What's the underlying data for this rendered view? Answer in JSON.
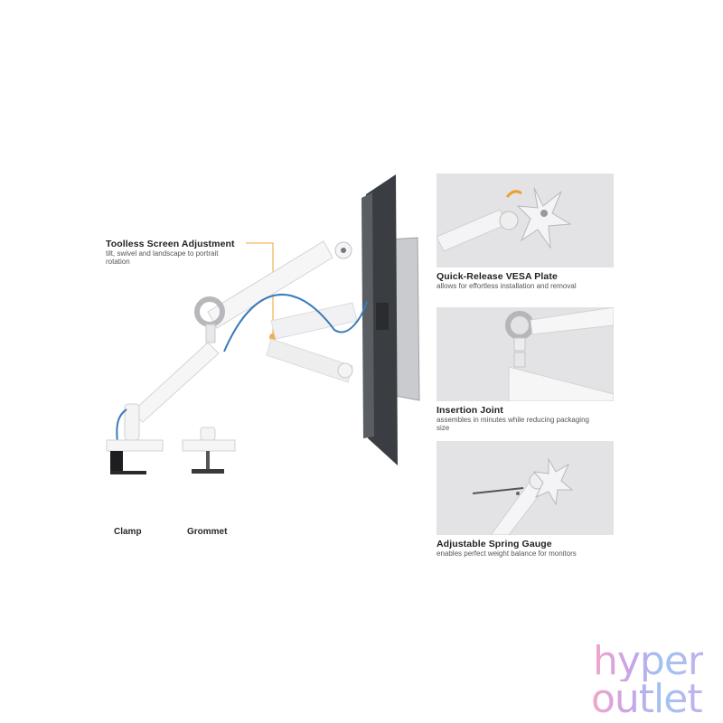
{
  "callout": {
    "title": "Toolless Screen Adjustment",
    "desc": "tilt, swivel and landscape to portrait rotation"
  },
  "mounts": {
    "clamp": "Clamp",
    "grommet": "Grommet"
  },
  "features": [
    {
      "title": "Quick-Release VESA Plate",
      "desc": "allows for effortless installation and removal"
    },
    {
      "title": "Insertion Joint",
      "desc": "assembles in minutes while reducing packaging size"
    },
    {
      "title": "Adjustable Spring Gauge",
      "desc": "enables perfect weight balance for monitors"
    }
  ],
  "logo": {
    "line1": "hyper",
    "line2": "outlet"
  },
  "colors": {
    "accent": "#f0a030",
    "cable": "#3a7bb8",
    "arm": "#f4f4f4",
    "panel_bg": "#e3e3e5"
  }
}
